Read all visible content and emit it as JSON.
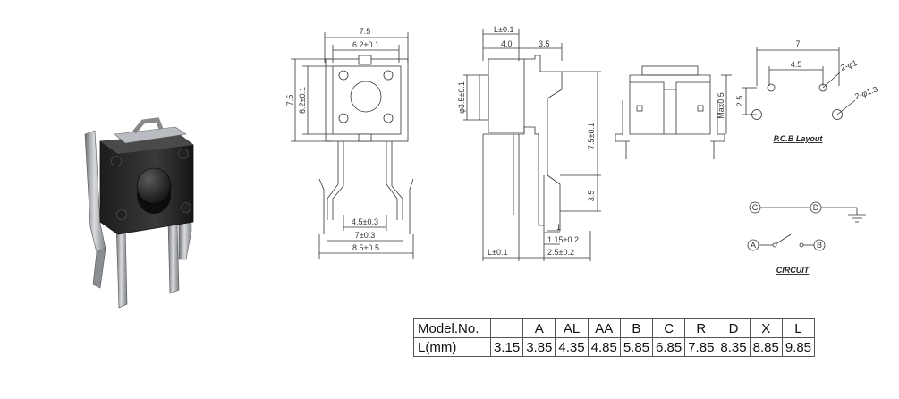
{
  "dimensions": {
    "front": {
      "top_width": "7.5",
      "inner_width": "6.2±0.1",
      "left_height": "7.5",
      "inner_height": "6.2±0.1",
      "pin_inner": "4.5±0.3",
      "pin_mid": "7±0.3",
      "pin_outer": "8.5±0.5"
    },
    "side": {
      "thickness": "L±0.1",
      "body": "4.0",
      "bracket": "3.5",
      "actuator": "φ3.5±0.1",
      "height": "7.5±0.1",
      "leg": "3.5",
      "pin": "1",
      "pin_pitch_a": "1.15±0.2",
      "pin_pitch_b": "2.5±0.2",
      "bottom_l": "L±0.1"
    },
    "end": {
      "max_height": "Max0.5"
    },
    "pcb": {
      "width": "7",
      "inner": "4.5",
      "height": "2.5",
      "hole_small": "2-φ1",
      "hole_large": "2-φ1.3",
      "title": "P.C.B Layout"
    },
    "circuit": {
      "c": "C",
      "d": "D",
      "a": "A",
      "b": "B",
      "title": "CIRCUIT"
    }
  },
  "table": {
    "header_label": "Model.No.",
    "row_label": "L(mm)",
    "models": [
      "",
      "A",
      "AL",
      "AA",
      "B",
      "C",
      "R",
      "D",
      "X",
      "L"
    ],
    "lengths": [
      "3.15",
      "3.85",
      "4.35",
      "4.85",
      "5.85",
      "6.85",
      "7.85",
      "8.35",
      "8.85",
      "9.85"
    ]
  }
}
